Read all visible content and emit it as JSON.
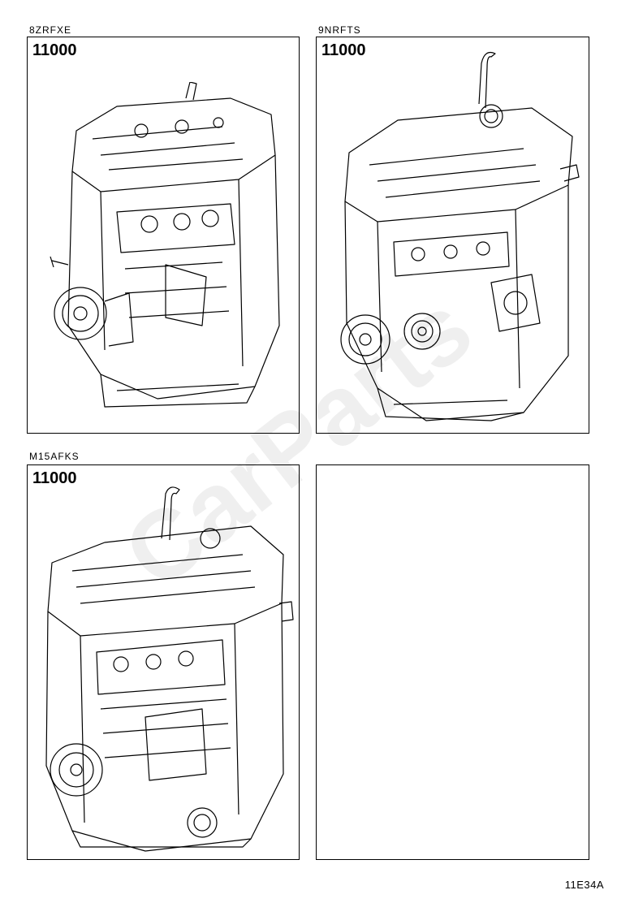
{
  "panels": [
    {
      "engine": "8ZRFXE",
      "part_number": "11000",
      "has_drawing": true
    },
    {
      "engine": "9NRFTS",
      "part_number": "11000",
      "has_drawing": true
    },
    {
      "engine": "M15AFKS",
      "part_number": "11000",
      "has_drawing": true
    },
    {
      "engine": "",
      "part_number": "",
      "has_drawing": false
    }
  ],
  "figure_code": "11E34A",
  "watermark": "CarParts"
}
